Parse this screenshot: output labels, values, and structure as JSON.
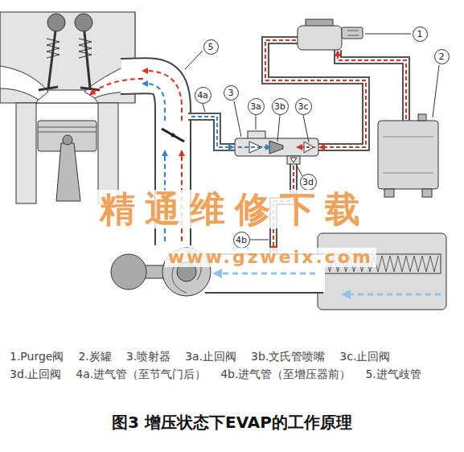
{
  "diagram": {
    "caption": "图3 增压状态下EVAP的工作原理",
    "nodes": [
      {
        "text": [
          "1"
        ]
      },
      {
        "text": [
          "2"
        ]
      },
      {
        "text": [
          "3"
        ]
      },
      {
        "text": [
          "3a"
        ]
      },
      {
        "text": [
          "3b"
        ]
      },
      {
        "text": [
          "3c"
        ]
      },
      {
        "text": [
          "3d"
        ]
      },
      {
        "text": [
          "4a"
        ]
      },
      {
        "text": [
          "4b"
        ]
      },
      {
        "text": [
          "5"
        ]
      }
    ],
    "labels": [
      "精通维修下载",
      "www.gzweix.com",
      "1.Purge阀",
      "2.炭罐",
      "3.喷射器",
      "3a.止回阀",
      "3b.文氏管喷嘴",
      "3c.止回阀",
      "3d.止回阀",
      "4a.进气管（至节气门后）",
      "4b.进气管（至增压器前）",
      "5.进气歧管"
    ]
  }
}
